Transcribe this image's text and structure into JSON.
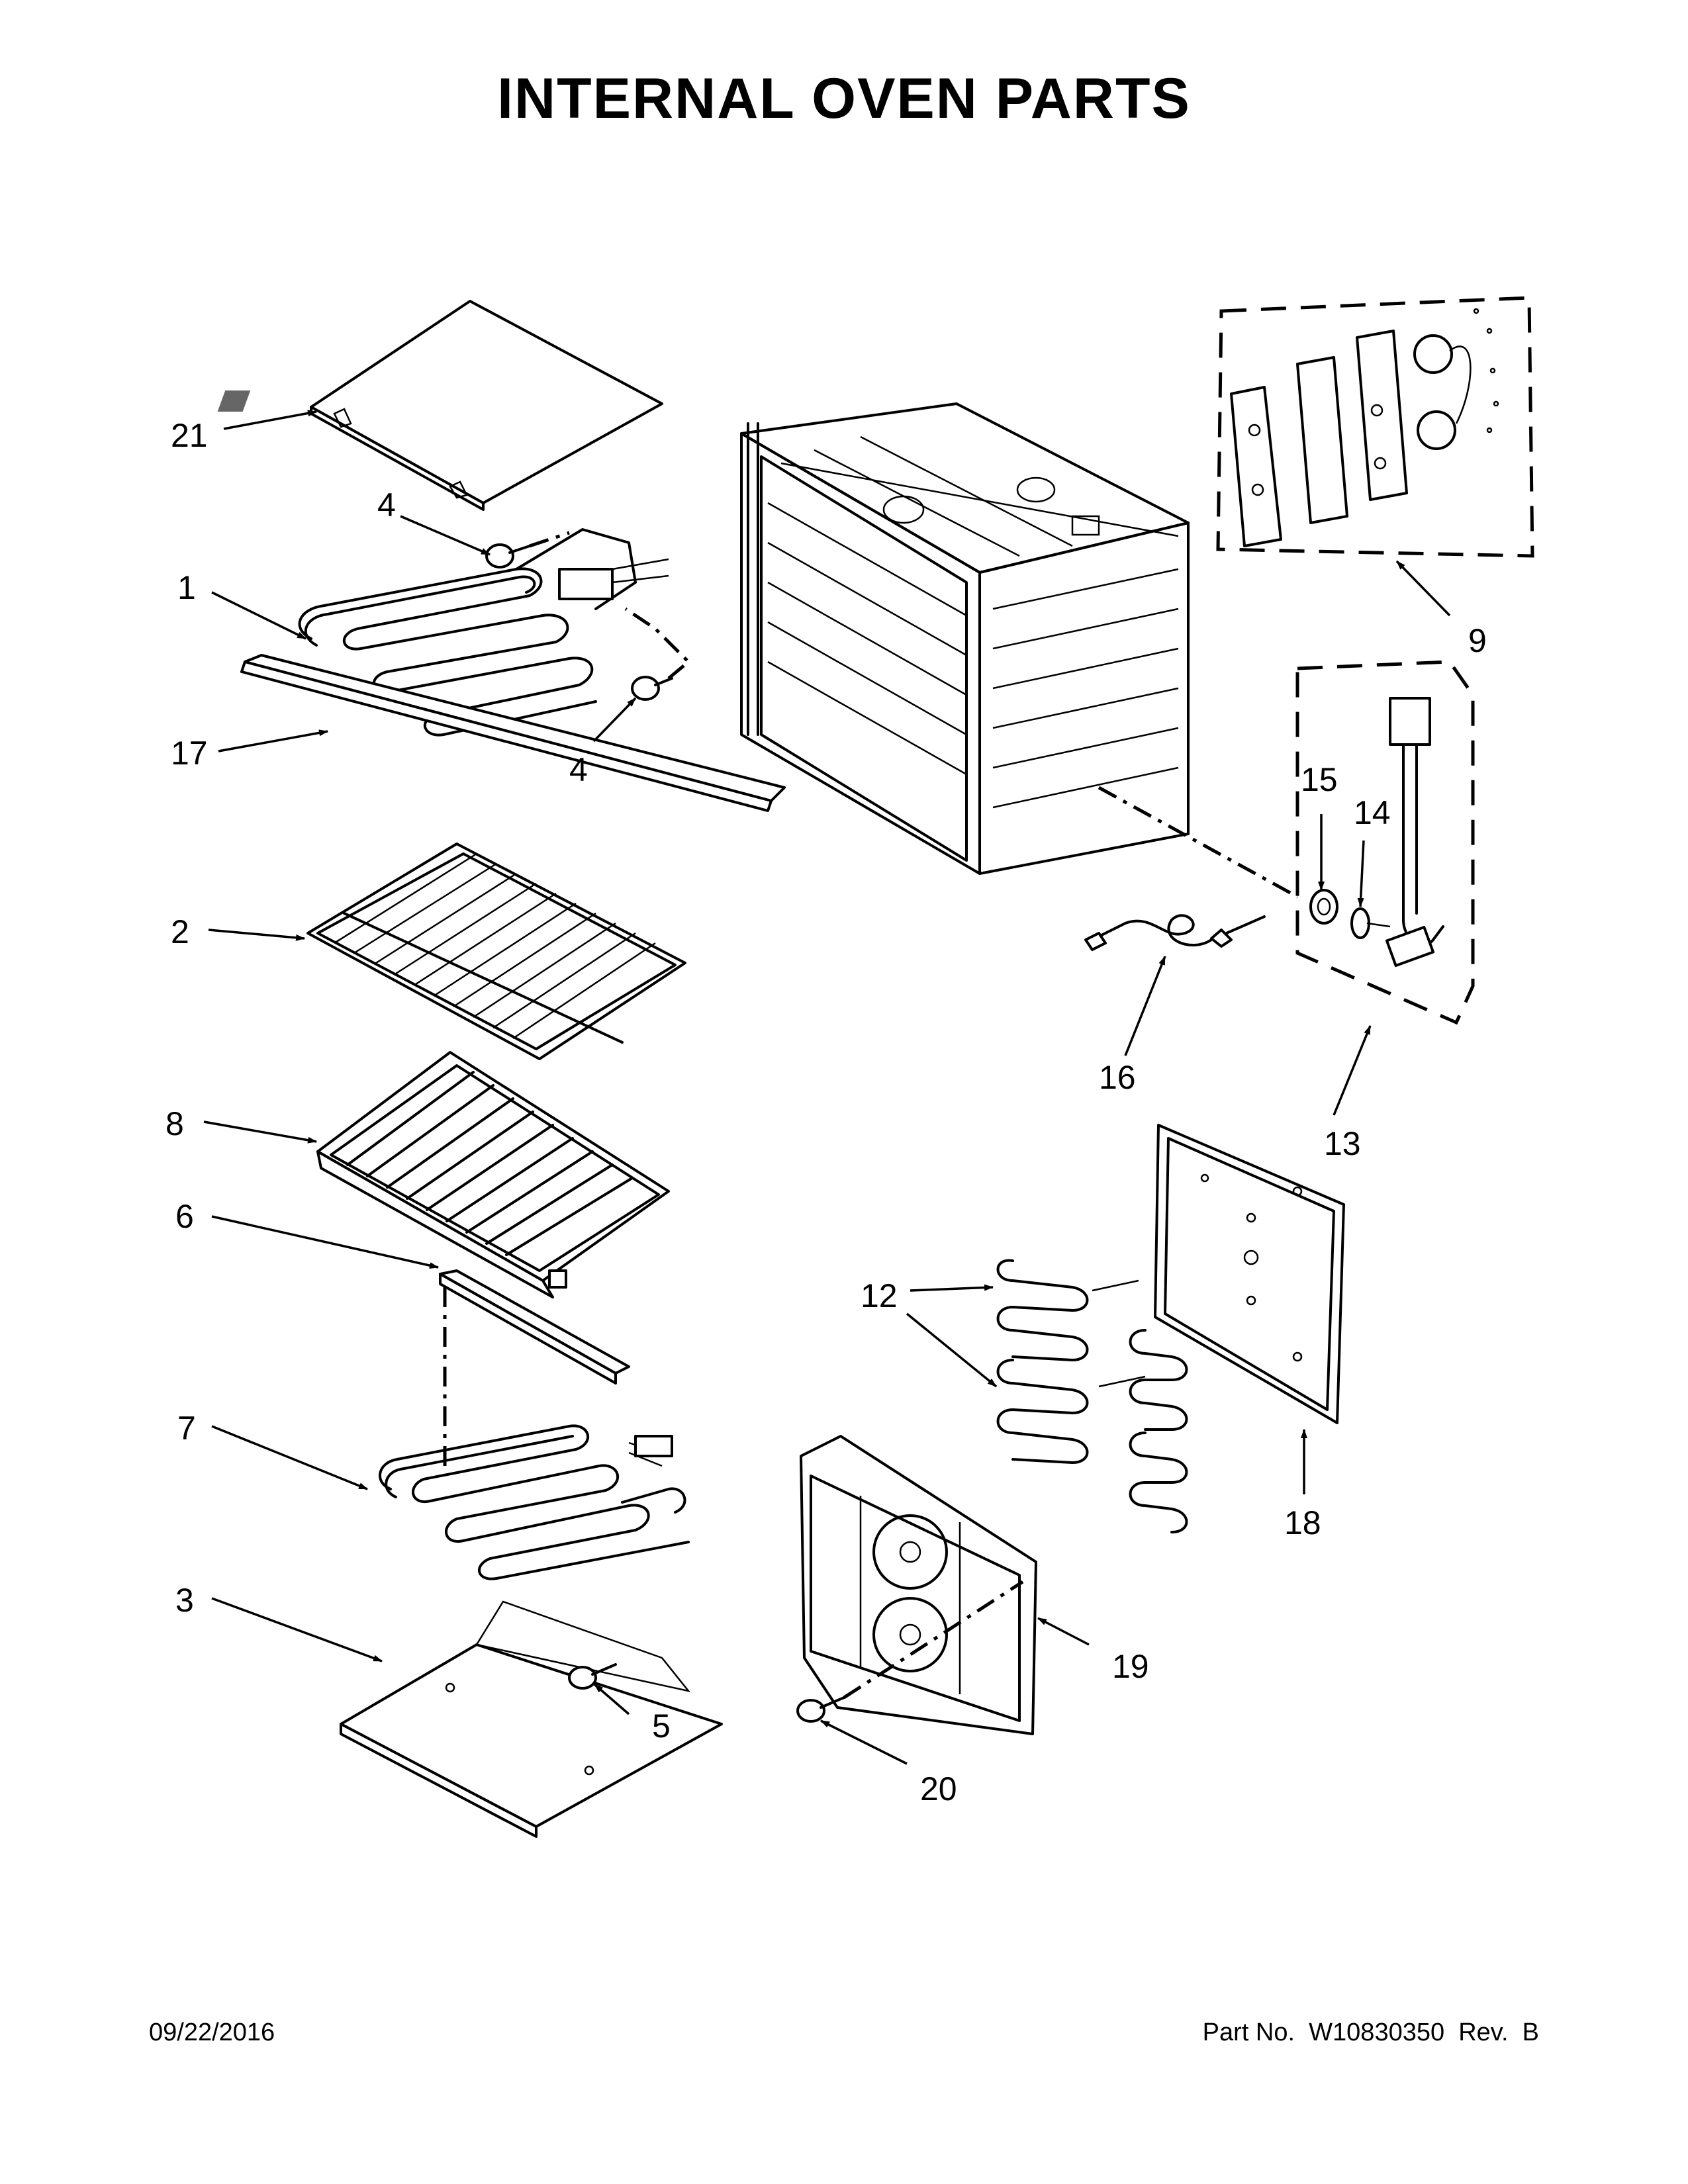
{
  "title": "INTERNAL OVEN PARTS",
  "callouts": {
    "c1": "1",
    "c2": "2",
    "c3": "3",
    "c4a": "4",
    "c4b": "4",
    "c5": "5",
    "c6": "6",
    "c7": "7",
    "c8": "8",
    "c9": "9",
    "c12": "12",
    "c13": "13",
    "c14": "14",
    "c15": "15",
    "c16": "16",
    "c17": "17",
    "c18": "18",
    "c19": "19",
    "c20": "20",
    "c21": "21"
  },
  "footer": {
    "date": "09/22/2016",
    "part_no": "Part No.  W10830350  Rev.  B"
  }
}
